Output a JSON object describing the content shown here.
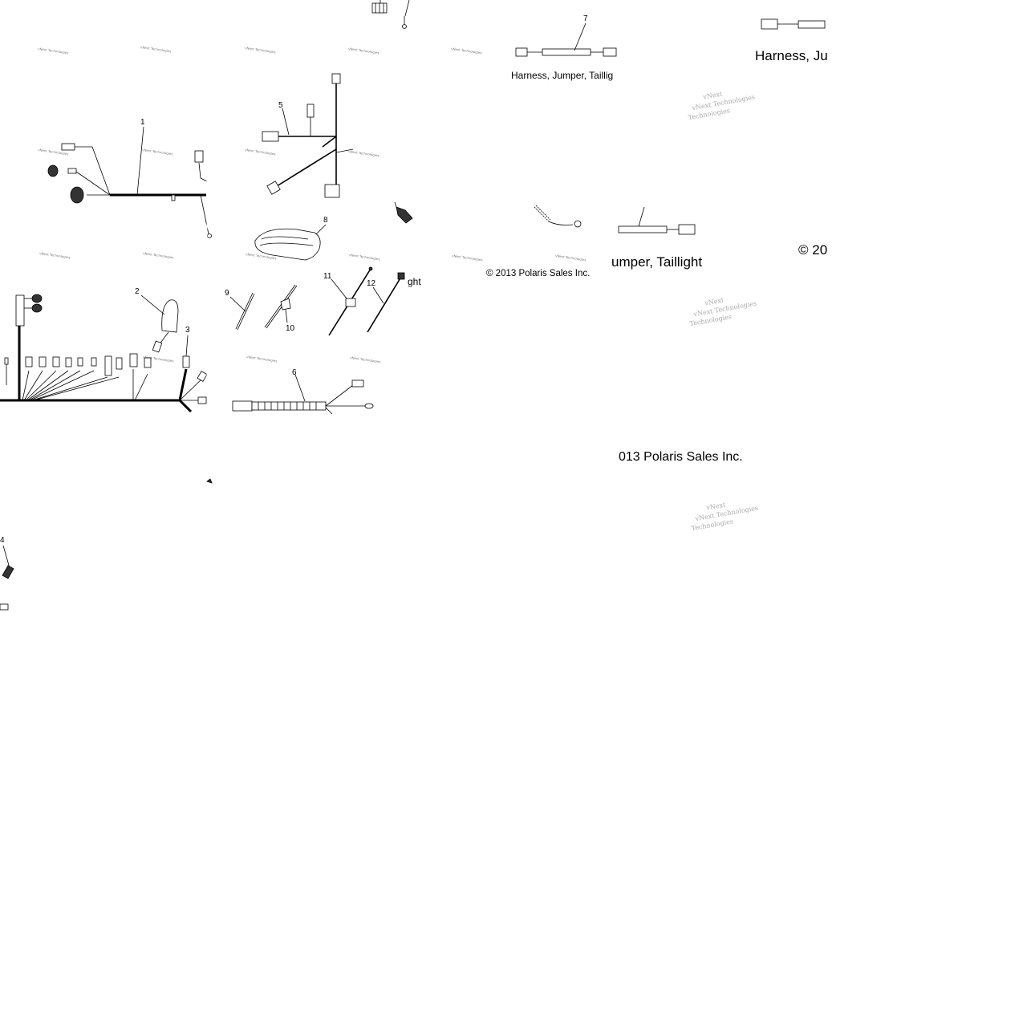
{
  "callouts": [
    "1",
    "2",
    "3",
    "4",
    "5",
    "6",
    "7",
    "8",
    "9",
    "10",
    "11",
    "12"
  ],
  "captions": {
    "harness_small": "Harness, Jumper, Taillig",
    "harness_large": "Harness, Ju",
    "harness_mid": "umper, Taillight",
    "copyright_small": "© 2013 Polaris Sales Inc.",
    "copyright_mid": "013 Polaris Sales Inc.",
    "copyright_cut": "© 20",
    "fragment_ght": "ght"
  },
  "watermark": {
    "small": "vNext Technologies",
    "large_top": "vNext",
    "large_bottom": "Technologies"
  }
}
